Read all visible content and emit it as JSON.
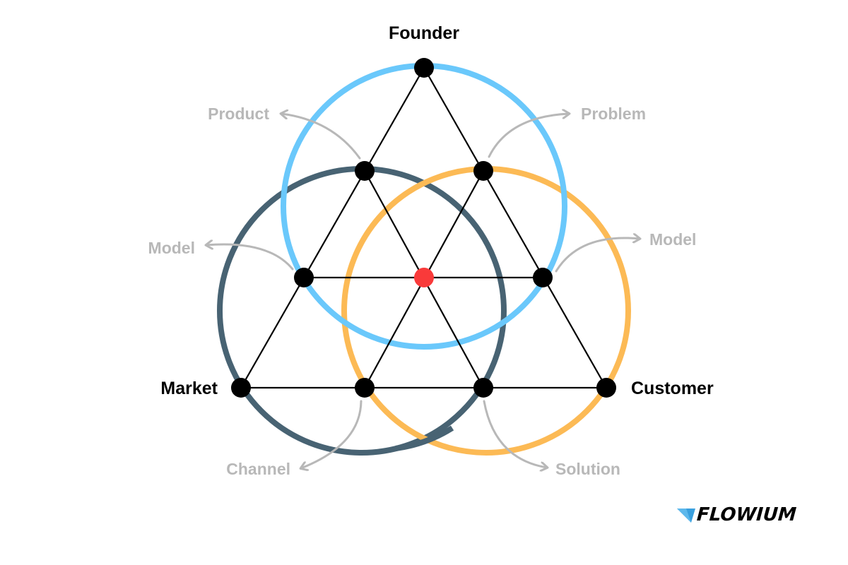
{
  "diagram": {
    "title": "Founder–Market–Customer triangle",
    "colors": {
      "founder_circle": "#6AC8FB",
      "market_circle": "#486373",
      "customer_circle": "#FCBA55",
      "node": "#000000",
      "center_node": "#F93A3A",
      "edge": "#000000",
      "annotation": "#B8B8B8",
      "label": "#000000"
    },
    "main_labels": {
      "founder": "Founder",
      "market": "Market",
      "customer": "Customer"
    },
    "sub_labels": {
      "product": "Product",
      "problem": "Problem",
      "model_left": "Model",
      "model_right": "Model",
      "channel": "Channel",
      "solution": "Solution"
    },
    "circles": [
      {
        "name": "founder-circle",
        "represents": "Founder"
      },
      {
        "name": "market-circle",
        "represents": "Market"
      },
      {
        "name": "customer-circle",
        "represents": "Customer"
      }
    ],
    "nodes": [
      {
        "id": "founder"
      },
      {
        "id": "product"
      },
      {
        "id": "problem"
      },
      {
        "id": "model-left"
      },
      {
        "id": "center"
      },
      {
        "id": "model-right"
      },
      {
        "id": "market"
      },
      {
        "id": "channel"
      },
      {
        "id": "solution"
      },
      {
        "id": "customer"
      }
    ]
  },
  "brand": {
    "logo_text": "FLOWIUM",
    "logo_mark_color": "#3AA0DE"
  }
}
